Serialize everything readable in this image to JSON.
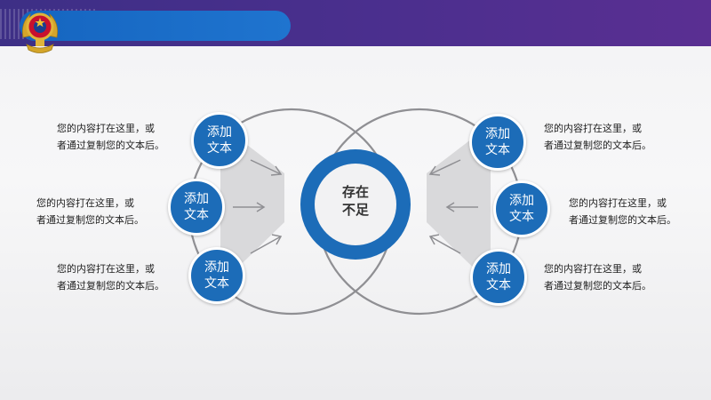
{
  "header": {
    "logo": "police-emblem-icon"
  },
  "center": {
    "line1": "存在",
    "line2": "不足"
  },
  "bubbles": [
    {
      "line1": "添加",
      "line2": "文本"
    },
    {
      "line1": "添加",
      "line2": "文本"
    },
    {
      "line1": "添加",
      "line2": "文本"
    },
    {
      "line1": "添加",
      "line2": "文本"
    },
    {
      "line1": "添加",
      "line2": "文本"
    },
    {
      "line1": "添加",
      "line2": "文本"
    }
  ],
  "texts": [
    {
      "line1": "您的内容打在这里，或",
      "line2": "者通过复制您的文本后。"
    },
    {
      "line1": "您的内容打在这里，或",
      "line2": "者通过复制您的文本后。"
    },
    {
      "line1": "您的内容打在这里，或",
      "line2": "者通过复制您的文本后。"
    },
    {
      "line1": "您的内容打在这里，或",
      "line2": "者通过复制您的文本后。"
    },
    {
      "line1": "您的内容打在这里，或",
      "line2": "者通过复制您的文本后。"
    },
    {
      "line1": "您的内容打在这里，或",
      "line2": "者通过复制您的文本后。"
    }
  ],
  "colors": {
    "primary": "#1c6cb8",
    "header": "#3d2f86",
    "pill": "#1565c0"
  }
}
